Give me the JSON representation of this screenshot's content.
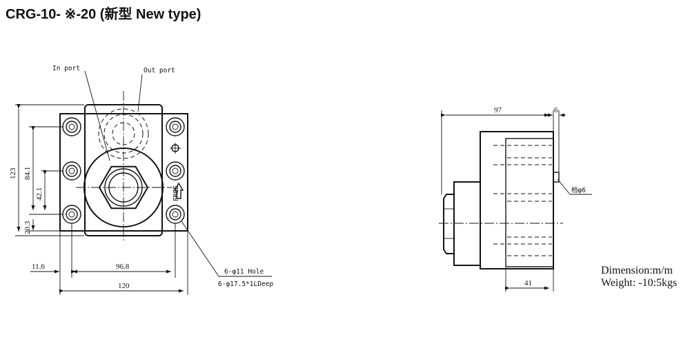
{
  "title": "CRG-10- ※-20 (新型 New type)",
  "front_view": {
    "in_port_label": "In port",
    "out_port_label": "Out port",
    "free_label": "FREE",
    "dim_height_total": "123",
    "dim_84": "84.1",
    "dim_42": "42.1",
    "dim_20": "20.3",
    "dim_11": "11.6",
    "dim_96": "96.8",
    "dim_120": "120",
    "hole_note_1": "6-φ11 Hole",
    "hole_note_2": "6-φ17.5*1LDeep"
  },
  "side_view": {
    "dim_97": "97",
    "dim_6": "6",
    "dim_41": "41",
    "pin_label": "档φ6"
  },
  "specs": {
    "dimension": "Dimension:m/m",
    "weight": "Weight: -10:5kgs"
  }
}
